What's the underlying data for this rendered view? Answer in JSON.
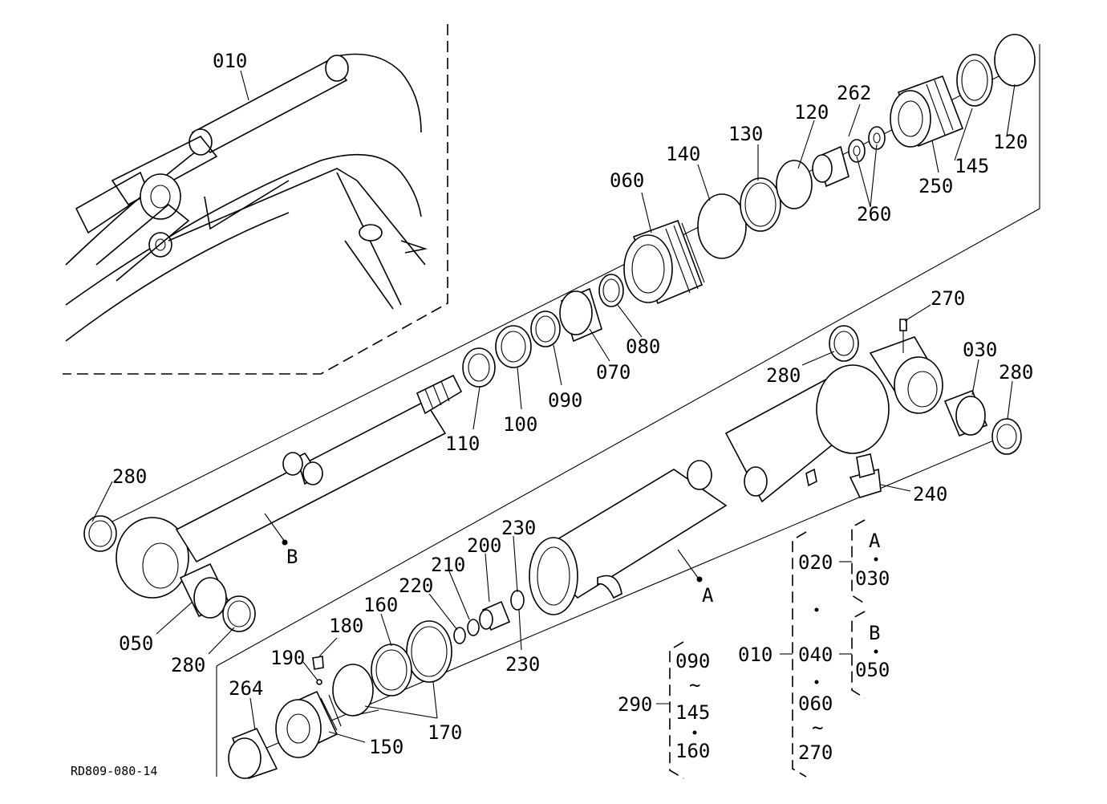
{
  "diagram_code": "RD809-080-14",
  "callouts": {
    "p010_top": "010",
    "p020": "020",
    "p030_right": "030",
    "p030_group": "030",
    "p040": "040",
    "p050_left": "050",
    "p050_group": "050",
    "p060_part": "060",
    "p060_group": "060",
    "p070": "070",
    "p080": "080",
    "p090_part": "090",
    "p090_group": "090",
    "p100": "100",
    "p110": "110",
    "p120_a": "120",
    "p120_b": "120",
    "p130": "130",
    "p140": "140",
    "p145_part": "145",
    "p145_group": "145",
    "p150": "150",
    "p160_part": "160",
    "p160_group": "160",
    "p170": "170",
    "p180": "180",
    "p190": "190",
    "p200": "200",
    "p210": "210",
    "p220": "220",
    "p230_top": "230",
    "p230_bottom": "230",
    "p240": "240",
    "p250": "250",
    "p260": "260",
    "p262": "262",
    "p264": "264",
    "p270_part": "270",
    "p270_group": "270",
    "p280_upper": "280",
    "p280_right": "280",
    "p280_left": "280",
    "p280_lower": "280",
    "p290": "290",
    "p010_group": "010",
    "letter_a_main": "A",
    "letter_b_main": "B",
    "letter_a_group": "A",
    "letter_b_group": "B",
    "tilde_1": "~",
    "tilde_2": "~"
  }
}
